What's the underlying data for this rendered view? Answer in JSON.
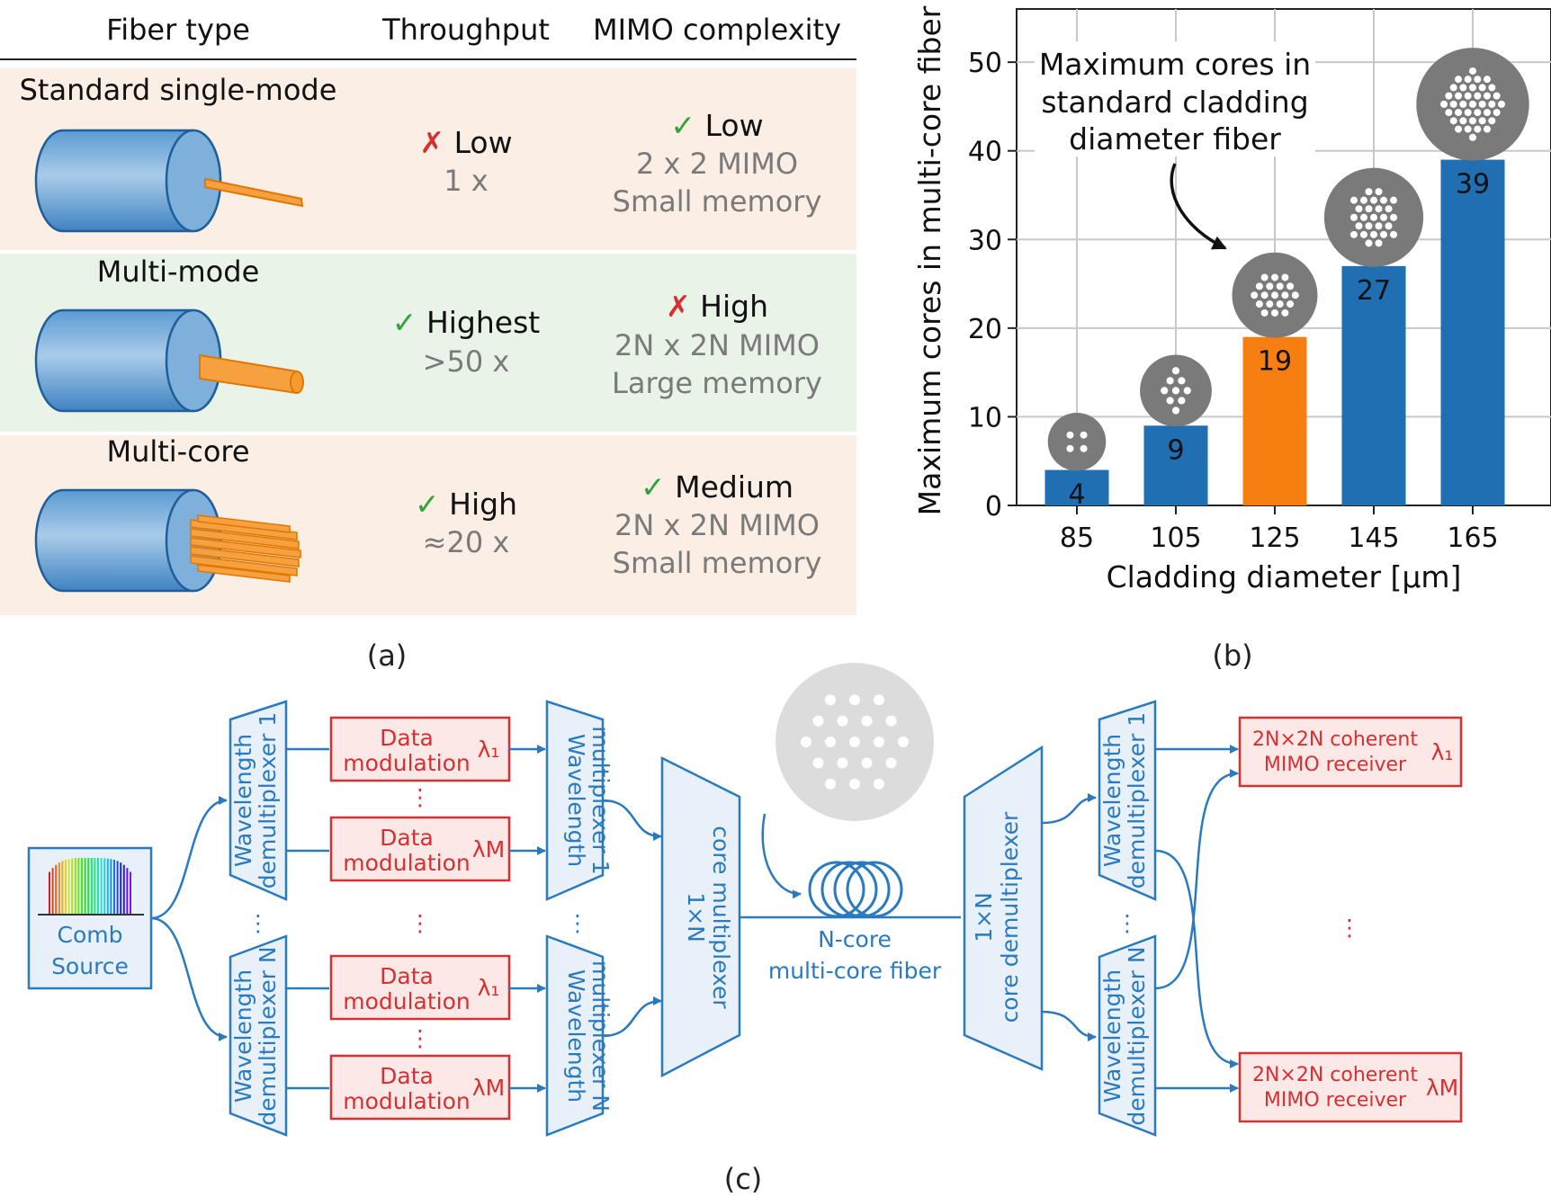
{
  "table": {
    "headers": [
      "Fiber type",
      "Throughput",
      "MIMO complexity"
    ],
    "rows": [
      {
        "type": "Standard single-mode",
        "tp_mark": "✗",
        "tp_label": "Low",
        "tp_sub": "1 x",
        "mimo_mark": "✓",
        "mimo_label": "Low",
        "mimo_sub1": "2 x 2 MIMO",
        "mimo_sub2": "Small memory",
        "bg": "#fbeee4"
      },
      {
        "type": "Multi-mode",
        "tp_mark": "✓",
        "tp_label": "Highest",
        "tp_sub": ">50 x",
        "mimo_mark": "✗",
        "mimo_label": "High",
        "mimo_sub1": "2N x 2N MIMO",
        "mimo_sub2": "Large memory",
        "bg": "#e9f3e8"
      },
      {
        "type": "Multi-core",
        "tp_mark": "✓",
        "tp_label": "High",
        "tp_sub": "≈20 x",
        "mimo_mark": "✓",
        "mimo_label": "Medium",
        "mimo_sub1": "2N x 2N MIMO",
        "mimo_sub2": "Small memory",
        "bg": "#fbeee4"
      }
    ]
  },
  "chart_data": {
    "type": "bar",
    "categories": [
      "85",
      "105",
      "125",
      "145",
      "165"
    ],
    "values": [
      4,
      9,
      19,
      27,
      39
    ],
    "highlight_index": 2,
    "xlabel": "Cladding diameter [µm]",
    "ylabel": "Maximum cores in multi-core fiber",
    "ylim": [
      0,
      56
    ],
    "yticks": [
      0,
      10,
      20,
      30,
      40,
      50
    ],
    "grid": true,
    "annotation": [
      "Maximum cores in",
      "standard cladding",
      "diameter fiber"
    ],
    "bar_color": "#1f6fb2",
    "highlight_color": "#f77f11"
  },
  "captions": {
    "a": "(a)",
    "b": "(b)",
    "c": "(c)"
  },
  "diagram": {
    "comb": [
      "Comb",
      "Source"
    ],
    "wdm_demux_1": [
      "Wavelength",
      "demultiplexer 1"
    ],
    "wdm_demux_n": [
      "Wavelength",
      "demultiplexer N"
    ],
    "wdm_mux_1": [
      "Wavelength",
      "multiplexer 1"
    ],
    "wdm_mux_n": [
      "Wavelength",
      "multiplexer N"
    ],
    "data_mod": [
      "Data",
      "modulation"
    ],
    "lambda_1": "λ₁",
    "lambda_m": "λM",
    "core_mux": [
      "1×N",
      "core multiplexer"
    ],
    "core_demux": [
      "1×N",
      "core demultiplexer"
    ],
    "fiber": [
      "N-core",
      "multi-core fiber"
    ],
    "rx": [
      "2N×2N coherent",
      "MIMO receiver"
    ],
    "rx_wdm_demux_1": [
      "Wavelength",
      "demultiplexer 1"
    ],
    "rx_wdm_demux_n": [
      "Wavelength",
      "demultiplexer N"
    ],
    "ellipsis": "⋮"
  }
}
